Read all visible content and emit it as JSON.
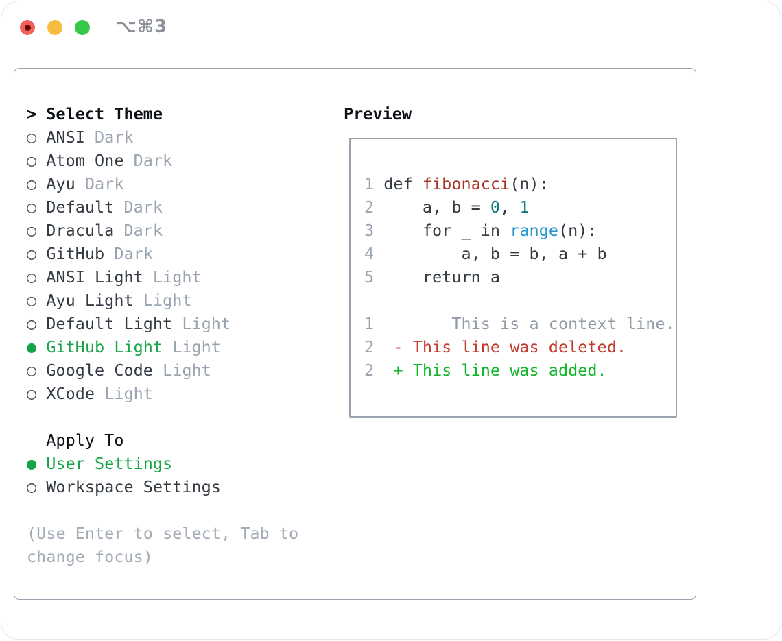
{
  "window": {
    "shortcut_label": "⌥⌘3"
  },
  "icons": {
    "cursor": ">",
    "radio_on": "●",
    "radio_off": "○"
  },
  "theme_panel": {
    "title": "Select Theme",
    "themes": [
      {
        "name": "ANSI",
        "variant": "Dark",
        "selected": false
      },
      {
        "name": "Atom One",
        "variant": "Dark",
        "selected": false
      },
      {
        "name": "Ayu",
        "variant": "Dark",
        "selected": false
      },
      {
        "name": "Default",
        "variant": "Dark",
        "selected": false
      },
      {
        "name": "Dracula",
        "variant": "Dark",
        "selected": false
      },
      {
        "name": "GitHub",
        "variant": "Dark",
        "selected": false
      },
      {
        "name": "ANSI Light",
        "variant": "Light",
        "selected": false
      },
      {
        "name": "Ayu Light",
        "variant": "Light",
        "selected": false
      },
      {
        "name": "Default Light",
        "variant": "Light",
        "selected": false
      },
      {
        "name": "GitHub Light",
        "variant": "Light",
        "selected": true
      },
      {
        "name": "Google Code",
        "variant": "Light",
        "selected": false
      },
      {
        "name": "XCode",
        "variant": "Light",
        "selected": false
      }
    ],
    "apply_to_title": "Apply To",
    "apply_options": [
      {
        "label": "User Settings",
        "selected": true
      },
      {
        "label": "Workspace Settings",
        "selected": false
      }
    ],
    "hint_lines": [
      "(Use Enter to select, Tab to",
      "change focus)"
    ]
  },
  "preview": {
    "title": "Preview",
    "lines": [
      {
        "n": "1",
        "parts": [
          {
            "t": "def ",
            "c": "plain"
          },
          {
            "t": "fibonacci",
            "c": "fn"
          },
          {
            "t": "(n):",
            "c": "plain"
          }
        ]
      },
      {
        "n": "2",
        "parts": [
          {
            "t": "    a, b = ",
            "c": "plain"
          },
          {
            "t": "0",
            "c": "num"
          },
          {
            "t": ", ",
            "c": "plain"
          },
          {
            "t": "1",
            "c": "num"
          }
        ]
      },
      {
        "n": "3",
        "parts": [
          {
            "t": "    for _ in ",
            "c": "plain"
          },
          {
            "t": "range",
            "c": "call"
          },
          {
            "t": "(n):",
            "c": "plain"
          }
        ]
      },
      {
        "n": "4",
        "parts": [
          {
            "t": "        a, b = b, a + b",
            "c": "plain"
          }
        ]
      },
      {
        "n": "5",
        "parts": [
          {
            "t": "    return a",
            "c": "plain"
          }
        ]
      },
      {
        "n": "",
        "parts": []
      },
      {
        "n": "1",
        "parts": [
          {
            "t": "       This is a context line.",
            "c": "ctx"
          }
        ]
      },
      {
        "n": "2",
        "parts": [
          {
            "t": " - This line was deleted.",
            "c": "del"
          }
        ]
      },
      {
        "n": "2",
        "parts": [
          {
            "t": " + This line was added.",
            "c": "add"
          }
        ]
      }
    ]
  },
  "colors": {
    "accent_green": "#17a449",
    "diff_added": "#12b527",
    "diff_deleted": "#c0392b",
    "function_red": "#a93122",
    "number_teal": "#0b7a85",
    "call_blue": "#2397cd",
    "muted_gray": "#9aa4b0",
    "context_gray": "#939ca6",
    "border_gray": "#9aa2ae"
  }
}
